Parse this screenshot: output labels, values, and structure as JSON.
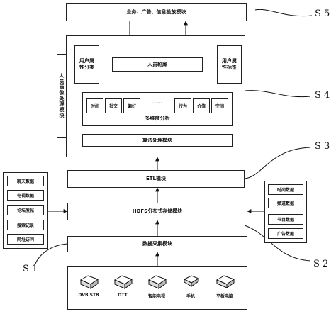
{
  "top_box": "业务、广告、信息投放模块",
  "profile_module": {
    "side_label": "人员画像处理模块",
    "portrait": "人员轮廓",
    "attr_class": "用户属性分类",
    "attr_tag": "用户属性标签",
    "dimensions": [
      "时间",
      "社交",
      "偏好",
      "......",
      "行为",
      "价值",
      "空间"
    ],
    "multi_dim": "多维度分析",
    "algorithm": "算法处理模块"
  },
  "etl": "ETL模块",
  "hdfs": "HDFS分布式存储模块",
  "collect": "数据采集模块",
  "left_sources": [
    "聊天数据",
    "电视数据",
    "论坛发帖",
    "搜索记录",
    "网址访问"
  ],
  "right_sources": [
    "时间数据",
    "频道数据",
    "节目数据",
    "广告数据"
  ],
  "devices": [
    "DVB STB",
    "OTT",
    "智能电视",
    "手机",
    "平板电脑"
  ],
  "step_labels": {
    "s1": "S 1",
    "s2": "S 2",
    "s3": "S 3",
    "s4": "S 4",
    "s5": "S 5"
  }
}
